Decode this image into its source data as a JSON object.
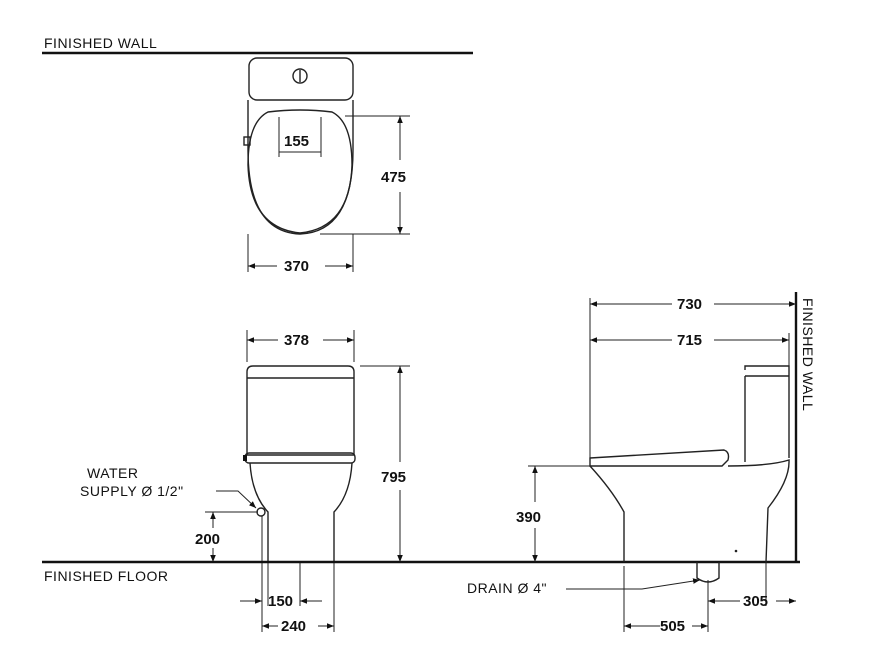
{
  "labels": {
    "finished_wall_top": "FINISHED  WALL",
    "finished_wall_side": "FINISHED  WALL",
    "finished_floor": "FINISHED  FLOOR",
    "water_supply_line1": "WATER",
    "water_supply_line2": "SUPPLY Ø 1/2\"",
    "drain": "DRAIN Ø 4\""
  },
  "dimensions": {
    "top_seat_hinge_spacing": "155",
    "top_bowl_depth": "475",
    "top_bowl_width": "370",
    "front_tank_width": "378",
    "front_total_height": "795",
    "front_supply_height": "200",
    "front_supply_offset": "150",
    "front_base_width": "240",
    "side_total_depth": "730",
    "side_bowl_depth": "715",
    "side_seat_height": "390",
    "side_wall_to_drain": "305",
    "side_front_to_drain": "505"
  }
}
